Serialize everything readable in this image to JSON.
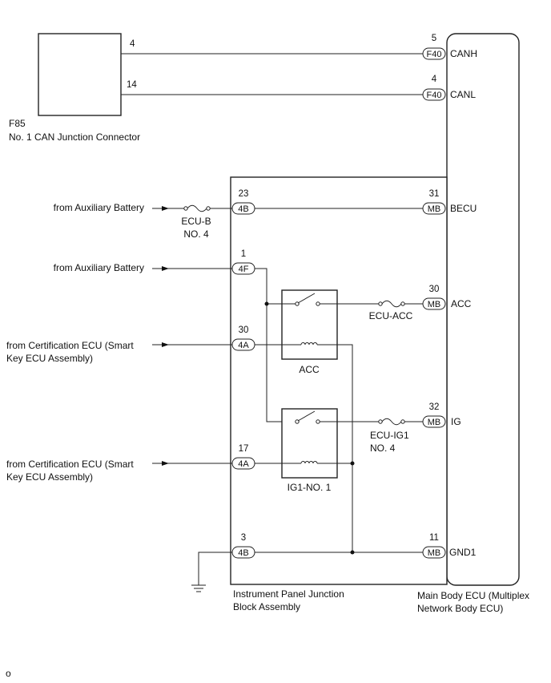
{
  "components": {
    "f85": {
      "code": "F85",
      "name": "No. 1 CAN Junction Connector"
    },
    "ip_jb": {
      "line1": "Instrument Panel Junction",
      "line2": "Block Assembly"
    },
    "main_ecu": {
      "line1": "Main Body ECU (Multiplex",
      "line2": "Network Body ECU)"
    }
  },
  "sources": {
    "aux_battery_1": "from Auxiliary Battery",
    "aux_battery_2": "from Auxiliary Battery",
    "cert_ecu_1_line1": "from Certification ECU (Smart",
    "cert_ecu_1_line2": "Key ECU Assembly)",
    "cert_ecu_2_line1": "from Certification ECU (Smart",
    "cert_ecu_2_line2": "Key ECU Assembly)"
  },
  "fuses": {
    "ecu_b_line1": "ECU-B",
    "ecu_b_line2": "NO. 4",
    "ecu_acc": "ECU-ACC",
    "ecu_ig1_line1": "ECU-IG1",
    "ecu_ig1_line2": "NO. 4"
  },
  "relays": {
    "acc": "ACC",
    "ig1": "IG1-NO. 1"
  },
  "pins": {
    "f85_canh": "4",
    "f85_canl": "14",
    "ecu_canh": "5",
    "ecu_canl": "4",
    "jb_becu": "23",
    "ecu_becu": "31",
    "jb_aux2": "1",
    "ecu_acc": "30",
    "jb_cert1": "30",
    "ecu_ig": "32",
    "jb_cert2": "17",
    "jb_gnd": "3",
    "ecu_gnd": "11"
  },
  "connectors": {
    "f40_canh": "F40",
    "f40_canl": "F40",
    "jb_becu": "4B",
    "ecu_becu": "MB",
    "jb_aux2": "4F",
    "ecu_acc": "MB",
    "jb_cert1": "4A",
    "ecu_ig": "MB",
    "jb_cert2": "4A",
    "jb_gnd": "4B",
    "ecu_gnd": "MB"
  },
  "terminals": {
    "canh": "CANH",
    "canl": "CANL",
    "becu": "BECU",
    "acc": "ACC",
    "ig": "IG",
    "gnd1": "GND1"
  },
  "footnote": "o"
}
